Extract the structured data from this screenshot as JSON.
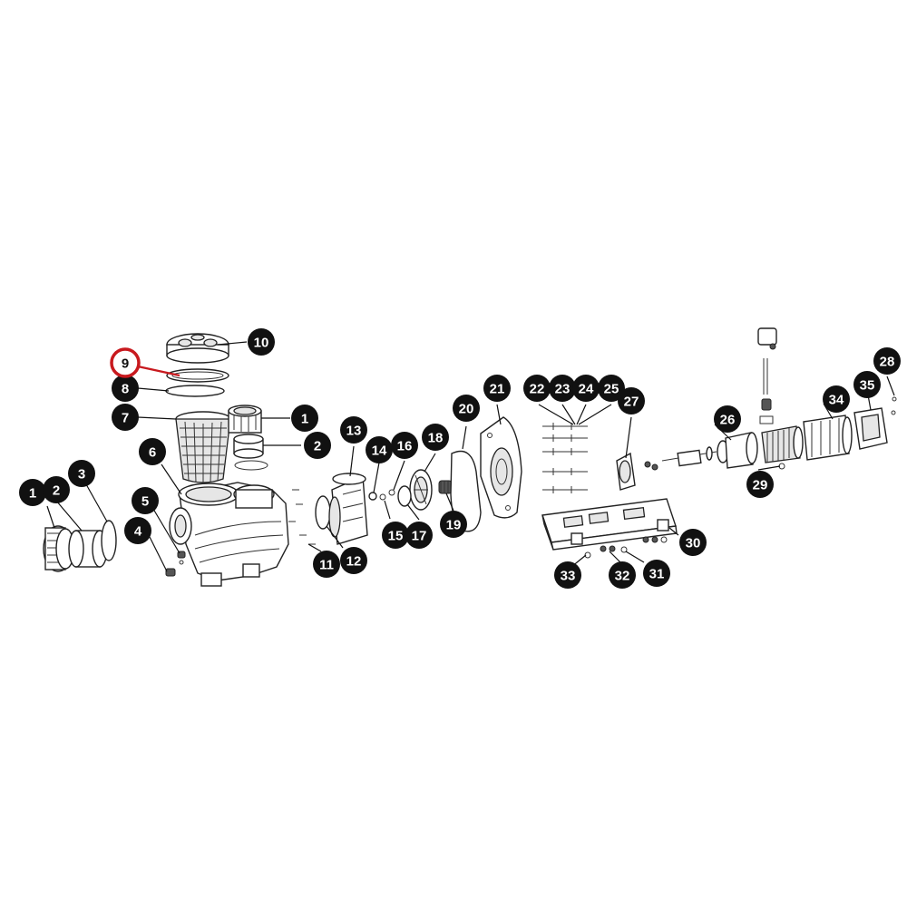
{
  "callouts": [
    {
      "label": "1"
    },
    {
      "label": "2"
    },
    {
      "label": "3"
    },
    {
      "label": "4"
    },
    {
      "label": "5"
    },
    {
      "label": "6"
    },
    {
      "label": "7"
    },
    {
      "label": "8"
    },
    {
      "label": "9",
      "highlighted": true
    },
    {
      "label": "10"
    },
    {
      "label": "1"
    },
    {
      "label": "2"
    },
    {
      "label": "11"
    },
    {
      "label": "12"
    },
    {
      "label": "13"
    },
    {
      "label": "14"
    },
    {
      "label": "15"
    },
    {
      "label": "16"
    },
    {
      "label": "17"
    },
    {
      "label": "18"
    },
    {
      "label": "19"
    },
    {
      "label": "20"
    },
    {
      "label": "21"
    },
    {
      "label": "22"
    },
    {
      "label": "23"
    },
    {
      "label": "24"
    },
    {
      "label": "25"
    },
    {
      "label": "27"
    },
    {
      "label": "26"
    },
    {
      "label": "28"
    },
    {
      "label": "29"
    },
    {
      "label": "30"
    },
    {
      "label": "31"
    },
    {
      "label": "32"
    },
    {
      "label": "33"
    },
    {
      "label": "34"
    },
    {
      "label": "35"
    }
  ],
  "colors": {
    "highlight": "#c8191e",
    "callout_fill": "#111111",
    "callout_text": "#ffffff",
    "line_art": "#222222"
  }
}
